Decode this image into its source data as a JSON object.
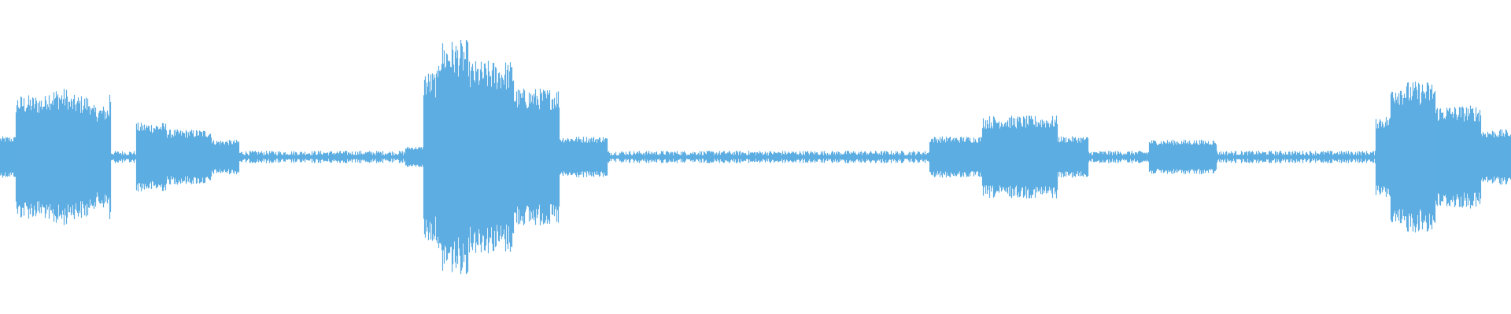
{
  "waveform": {
    "color": "#5dade2",
    "background": "#ffffff",
    "segments": [
      {
        "start": 0.0,
        "end": 0.01,
        "amp": 0.06
      },
      {
        "start": 0.01,
        "end": 0.03,
        "amp": 0.18
      },
      {
        "start": 0.03,
        "end": 0.045,
        "amp": 0.2
      },
      {
        "start": 0.045,
        "end": 0.06,
        "amp": 0.18
      },
      {
        "start": 0.06,
        "end": 0.072,
        "amp": 0.15
      },
      {
        "start": 0.072,
        "end": 0.073,
        "amp": 0.2
      },
      {
        "start": 0.073,
        "end": 0.09,
        "amp": 0.01
      },
      {
        "start": 0.09,
        "end": 0.11,
        "amp": 0.1
      },
      {
        "start": 0.11,
        "end": 0.14,
        "amp": 0.08
      },
      {
        "start": 0.14,
        "end": 0.158,
        "amp": 0.05
      },
      {
        "start": 0.158,
        "end": 0.268,
        "amp": 0.01
      },
      {
        "start": 0.268,
        "end": 0.28,
        "amp": 0.03
      },
      {
        "start": 0.28,
        "end": 0.29,
        "amp": 0.25
      },
      {
        "start": 0.29,
        "end": 0.31,
        "amp": 0.34
      },
      {
        "start": 0.31,
        "end": 0.34,
        "amp": 0.28
      },
      {
        "start": 0.34,
        "end": 0.37,
        "amp": 0.2
      },
      {
        "start": 0.37,
        "end": 0.402,
        "amp": 0.06
      },
      {
        "start": 0.402,
        "end": 0.615,
        "amp": 0.01
      },
      {
        "start": 0.615,
        "end": 0.65,
        "amp": 0.06
      },
      {
        "start": 0.65,
        "end": 0.7,
        "amp": 0.12
      },
      {
        "start": 0.7,
        "end": 0.72,
        "amp": 0.06
      },
      {
        "start": 0.72,
        "end": 0.76,
        "amp": 0.01
      },
      {
        "start": 0.76,
        "end": 0.805,
        "amp": 0.05
      },
      {
        "start": 0.805,
        "end": 0.91,
        "amp": 0.01
      },
      {
        "start": 0.91,
        "end": 0.92,
        "amp": 0.12
      },
      {
        "start": 0.92,
        "end": 0.95,
        "amp": 0.22
      },
      {
        "start": 0.95,
        "end": 0.98,
        "amp": 0.15
      },
      {
        "start": 0.98,
        "end": 1.0,
        "amp": 0.08
      }
    ]
  }
}
